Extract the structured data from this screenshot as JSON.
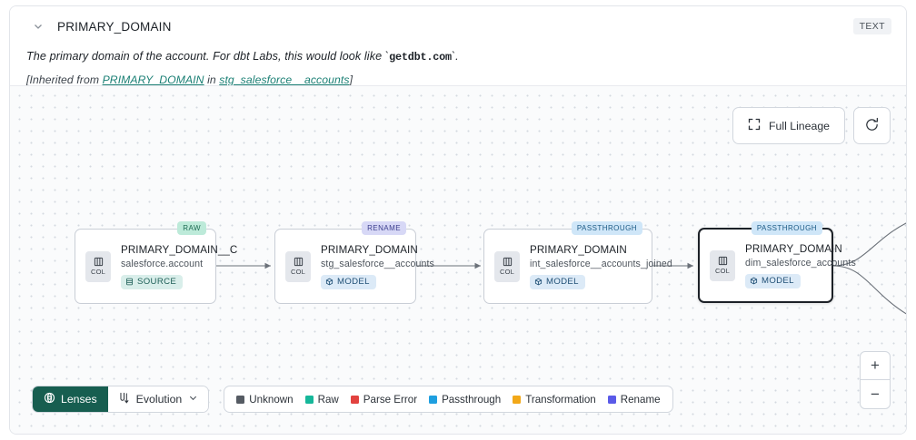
{
  "header": {
    "collapse_icon": "chevron-down-icon",
    "title": "PRIMARY_DOMAIN",
    "type_badge": "TEXT",
    "description_prefix": "The primary domain of the account. For dbt Labs, this would look like `",
    "description_code": "getdbt.com",
    "description_suffix": "`.",
    "inherited_prefix": "[Inherited from ",
    "inherited_link1": "PRIMARY_DOMAIN",
    "inherited_middle": " in ",
    "inherited_link2": "stg_salesforce__accounts",
    "inherited_suffix": "]"
  },
  "controls": {
    "full_lineage_label": "Full Lineage",
    "full_lineage_icon": "expand-icon",
    "refresh_icon": "refresh-icon",
    "zoom_in_label": "+",
    "zoom_out_label": "−"
  },
  "graph": {
    "nodes": [
      {
        "tag": "RAW",
        "tag_kind": "raw",
        "chip_label": "COL",
        "chip_icon": "columns-icon",
        "name": "PRIMARY_DOMAIN__C",
        "subtitle": "salesforce.account",
        "kind_label": "SOURCE",
        "kind_icon": "database-icon",
        "kind_style": "source",
        "selected": false
      },
      {
        "tag": "RENAME",
        "tag_kind": "rename",
        "chip_label": "COL",
        "chip_icon": "columns-icon",
        "name": "PRIMARY_DOMAIN",
        "subtitle": "stg_salesforce__accounts",
        "kind_label": "MODEL",
        "kind_icon": "cube-icon",
        "kind_style": "model",
        "selected": false
      },
      {
        "tag": "PASSTHROUGH",
        "tag_kind": "passthrough",
        "chip_label": "COL",
        "chip_icon": "columns-icon",
        "name": "PRIMARY_DOMAIN",
        "subtitle": "int_salesforce__accounts_joined",
        "kind_label": "MODEL",
        "kind_icon": "cube-icon",
        "kind_style": "model",
        "selected": false
      },
      {
        "tag": "PASSTHROUGH",
        "tag_kind": "passthrough",
        "chip_label": "COL",
        "chip_icon": "columns-icon",
        "name": "PRIMARY_DOMAIN",
        "subtitle": "dim_salesforce_accounts",
        "kind_label": "MODEL",
        "kind_icon": "cube-icon",
        "kind_style": "model",
        "selected": true
      }
    ]
  },
  "bottom": {
    "lenses_label": "Lenses",
    "lenses_icon": "lens-icon",
    "evolution_label": "Evolution",
    "evolution_icon": "evolution-icon",
    "evolution_chevron": "chevron-down-icon",
    "legend": [
      {
        "label": "Unknown",
        "color": "#555b63"
      },
      {
        "label": "Raw",
        "color": "#16b79a"
      },
      {
        "label": "Parse Error",
        "color": "#e2423f"
      },
      {
        "label": "Passthrough",
        "color": "#1e9fe0"
      },
      {
        "label": "Transformation",
        "color": "#f2a818"
      },
      {
        "label": "Rename",
        "color": "#5a5ae8"
      }
    ]
  }
}
